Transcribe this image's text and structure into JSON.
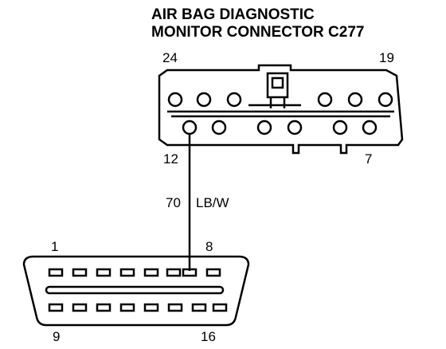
{
  "title": {
    "line1": "AIR BAG DIAGNOSTIC",
    "line2": "MONITOR CONNECTOR C277"
  },
  "connector_c277": {
    "pin_labels": {
      "top_left": "24",
      "top_right": "19",
      "bottom_left": "12",
      "bottom_right": "7"
    }
  },
  "wire": {
    "circuit": "70",
    "color": "LB/W"
  },
  "dlc_connector": {
    "pin_labels": {
      "top_left": "1",
      "top_right": "8",
      "bottom_left": "9",
      "bottom_right": "16"
    }
  },
  "colors": {
    "line": "#000000",
    "background": "#ffffff"
  }
}
